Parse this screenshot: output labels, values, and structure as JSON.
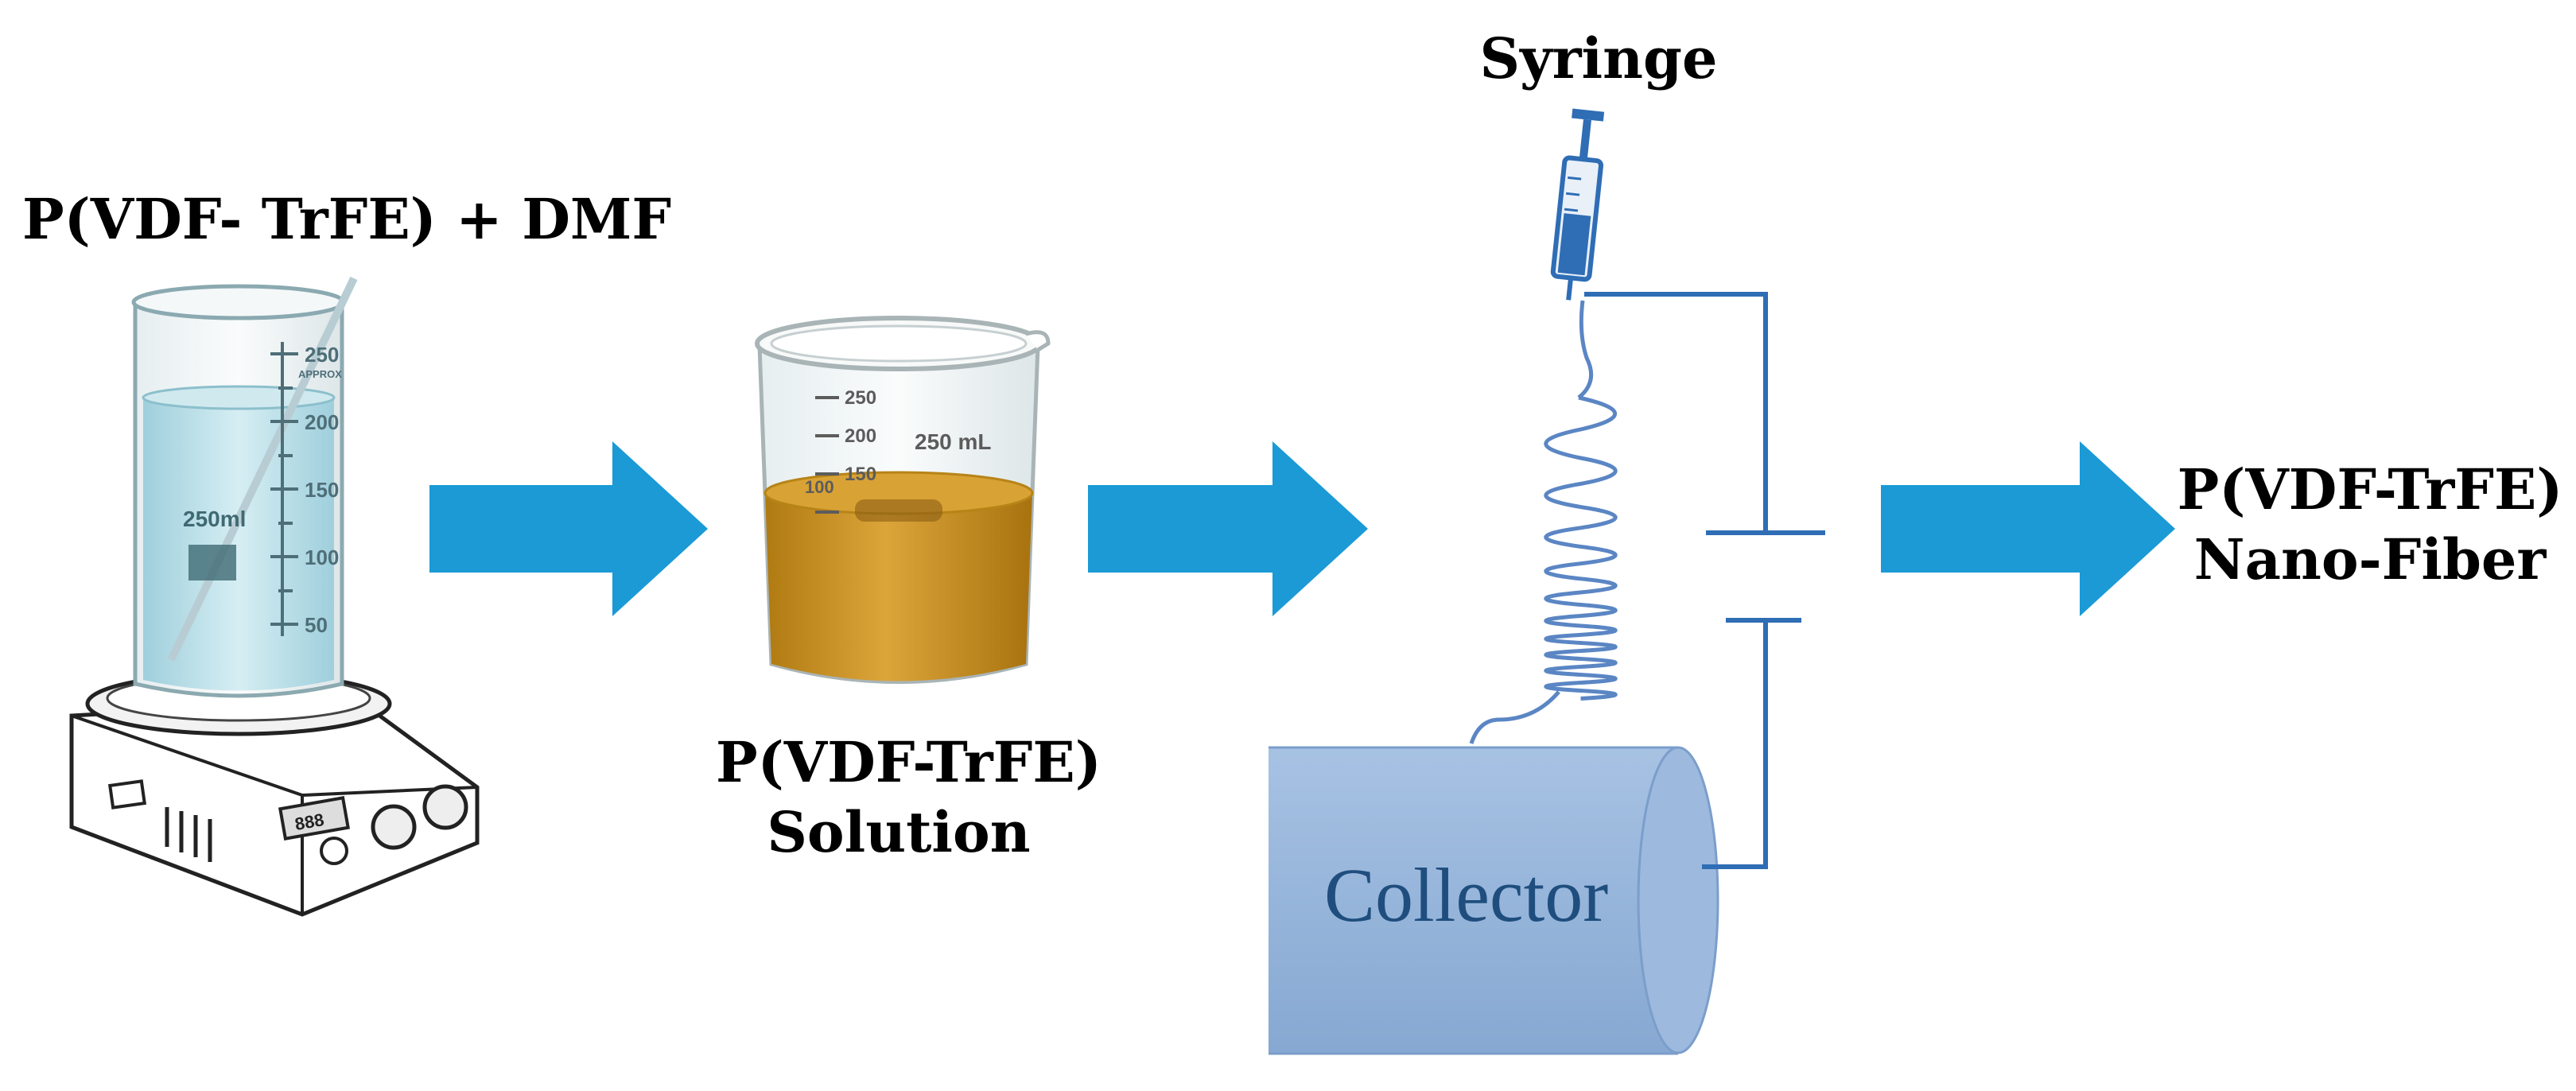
{
  "labels": {
    "input": "P(VDF- TrFE) + DMF",
    "solution_line1": "P(VDF-TrFE)",
    "solution_line2": "Solution",
    "syringe": "Syringe",
    "collector": "Collector",
    "output_line1": "P(VDF-TrFE)",
    "output_line2": "Nano-Fiber"
  },
  "beaker1_markings": {
    "capacity": "250ml",
    "approx": "APPROX",
    "ticks": [
      "250",
      "200",
      "150",
      "100",
      "50"
    ]
  },
  "beaker2_markings": {
    "capacity": "250 mL",
    "ticks": [
      "250",
      "200",
      "150",
      "100"
    ]
  },
  "colors": {
    "arrow": "#1b9ad6",
    "circuit": "#2f6db5",
    "collector": "#8fb0d8",
    "solution": "#c9901f",
    "water": "#bfe1ea"
  },
  "icons": [
    "magnetic-stirrer-icon",
    "beaker-icon",
    "syringe-icon",
    "collector-drum-icon",
    "power-supply-icon"
  ]
}
